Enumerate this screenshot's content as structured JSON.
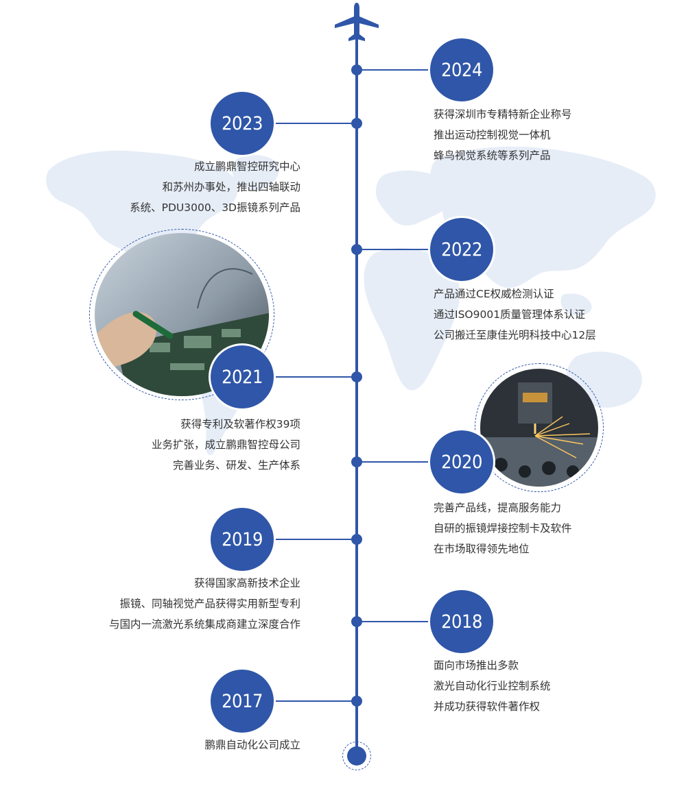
{
  "accent_color": "#2f56a8",
  "map_color": "#e8eef7",
  "milestones": [
    {
      "year": "2024",
      "lines": [
        "获得深圳市专精特新企业称号",
        "推出运动控制视觉一体机",
        "蜂鸟视觉系统等系列产品"
      ]
    },
    {
      "year": "2023",
      "lines": [
        "成立鹏鼎智控研究中心",
        "和苏州办事处，推出四轴联动",
        "系统、PDU3000、3D振镜系列产品"
      ]
    },
    {
      "year": "2022",
      "lines": [
        "产品通过CE权威检测认证",
        "通过ISO9001质量管理体系认证",
        "公司搬迁至康佳光明科技中心12层"
      ]
    },
    {
      "year": "2021",
      "lines": [
        "获得专利及软著作权39项",
        "业务扩张，成立鹏鼎智控母公司",
        "完善业务、研发、生产体系"
      ]
    },
    {
      "year": "2020",
      "lines": [
        "完善产品线，提高服务能力",
        "自研的振镜焊接控制卡及软件",
        "在市场取得领先地位"
      ]
    },
    {
      "year": "2019",
      "lines": [
        "获得国家高新技术企业",
        "振镜、同轴视觉产品获得实用新型专利",
        "与国内一流激光系统集成商建立深度合作"
      ]
    },
    {
      "year": "2018",
      "lines": [
        "面向市场推出多款",
        "激光自动化行业控制系统",
        "并成功获得软件著作权"
      ]
    },
    {
      "year": "2017",
      "lines": [
        "鹏鼎自动化公司成立"
      ]
    }
  ],
  "icons": {
    "top": "airplane-icon"
  },
  "photos": [
    "circuit-board-soldering-photo",
    "laser-cutting-photo"
  ]
}
